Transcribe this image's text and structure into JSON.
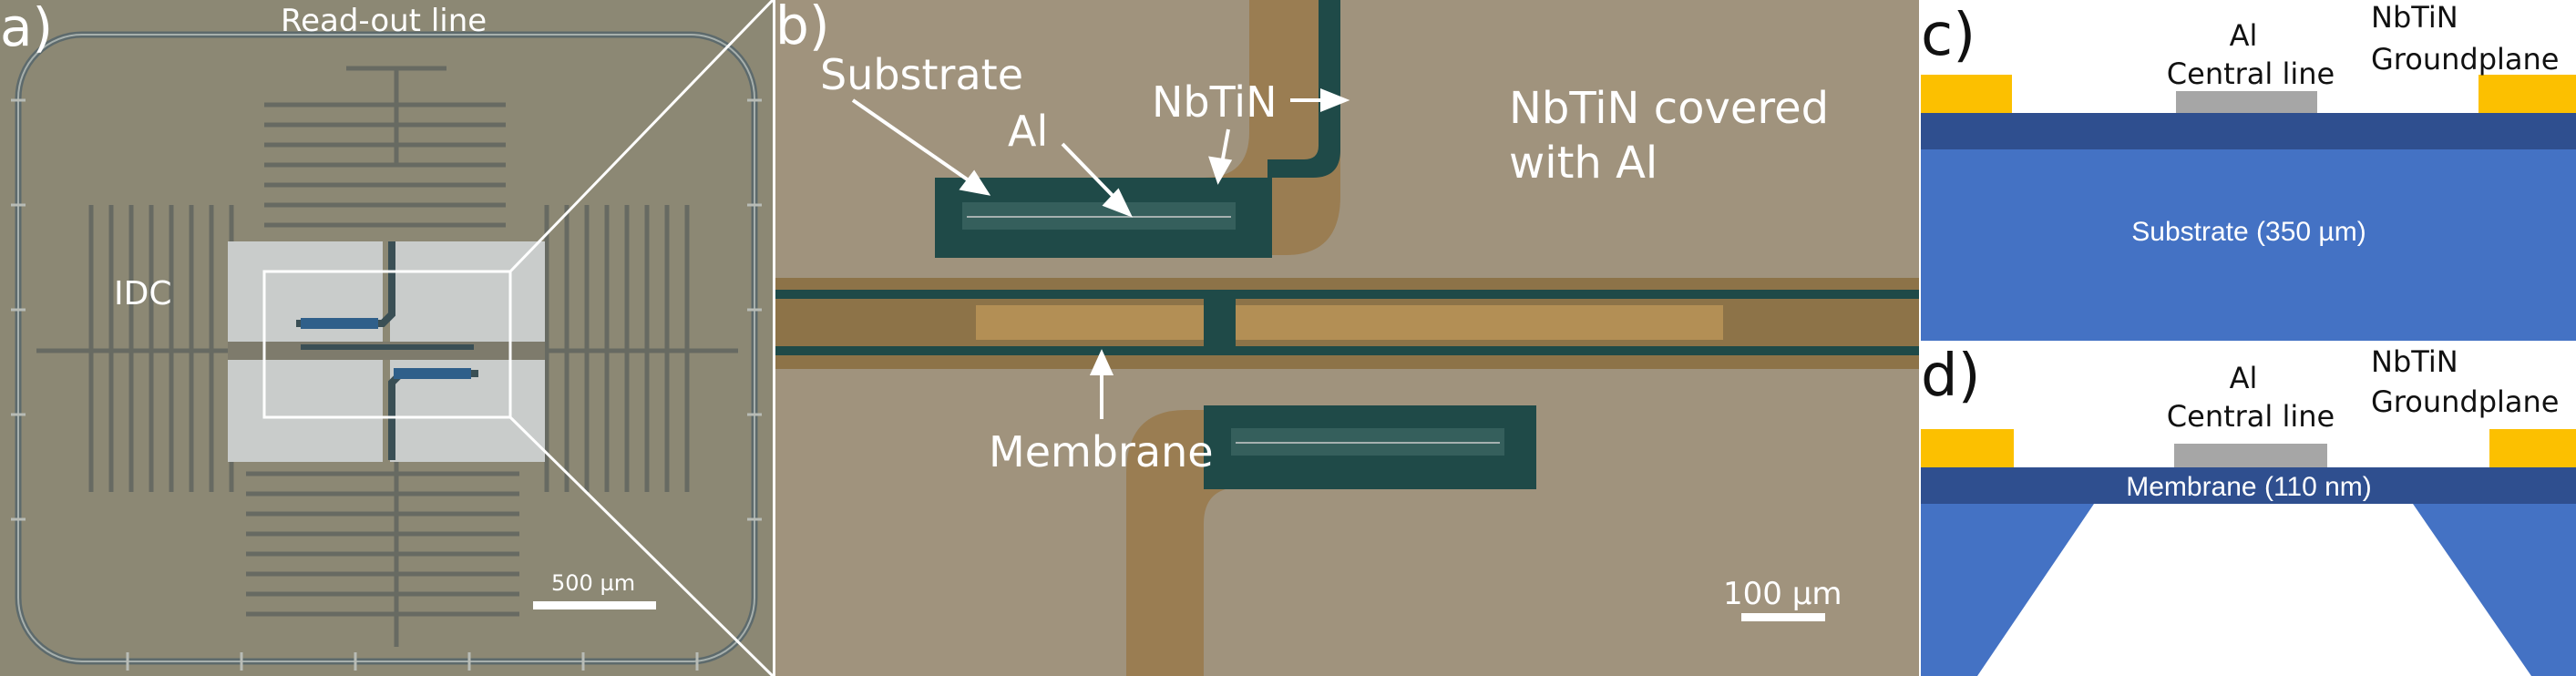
{
  "panel_a": {
    "letter": "a)",
    "readout_label": "Read-out line",
    "idc_label": "IDC",
    "scalebar_label": "500 µm"
  },
  "panel_b": {
    "letter": "b)",
    "substrate_label": "Substrate",
    "al_label": "Al",
    "nbtin_label": "NbTiN",
    "nbtin_al_line1": "NbTiN covered",
    "nbtin_al_line2": "with Al",
    "membrane_label": "Membrane",
    "scalebar_label": "100 µm"
  },
  "panel_c": {
    "letter": "c)",
    "al_line1": "Al",
    "al_line2": "Central line",
    "nbtin_line1": "NbTiN",
    "nbtin_line2": "Groundplane",
    "substrate_label": "Substrate (350 µm)"
  },
  "panel_d": {
    "letter": "d)",
    "al_line1": "Al",
    "al_line2": "Central line",
    "nbtin_line1": "NbTiN",
    "nbtin_line2": "Groundplane",
    "membrane_label": "Membrane (110 nm)"
  },
  "colors": {
    "nbtin_gold": "#fcc000",
    "al_gray": "#a6a6a6",
    "substrate_blue": "#4472c4",
    "membrane_navy": "#2f4f8f",
    "chip_bg": "#8b8672",
    "micrograph_bg": "#9e907a",
    "nbtin_trace": "#1f4a48"
  }
}
